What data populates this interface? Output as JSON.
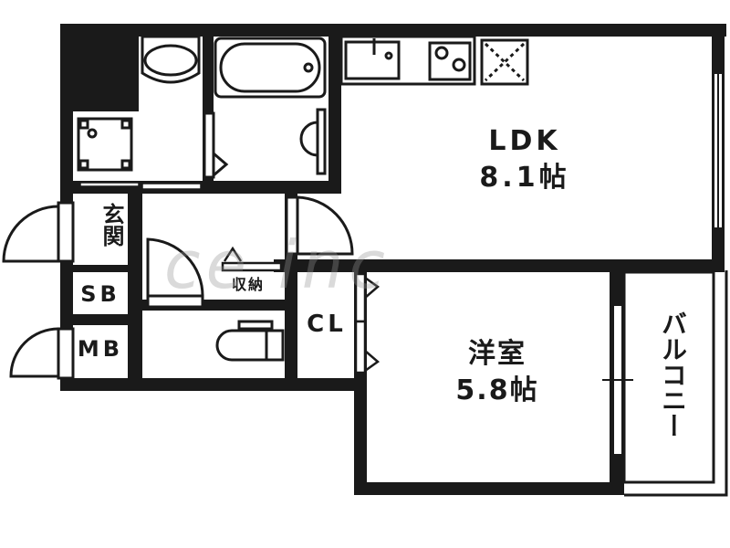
{
  "floorplan": {
    "rooms": {
      "ldk": {
        "name": "LDK",
        "size": "8.1帖"
      },
      "western_room": {
        "name": "洋室",
        "size": "5.8帖"
      },
      "entrance": {
        "name": "玄関"
      },
      "shoe_box": {
        "name": "SB"
      },
      "meter_box": {
        "name": "MB"
      },
      "closet": {
        "name": "CL"
      },
      "storage": {
        "name": "収納"
      },
      "balcony": {
        "name": "バルコニー"
      }
    },
    "watermark": "ce inc",
    "colors": {
      "wall": "#1a1a1a",
      "floor": "#ffffff",
      "watermark": "#969696"
    }
  }
}
